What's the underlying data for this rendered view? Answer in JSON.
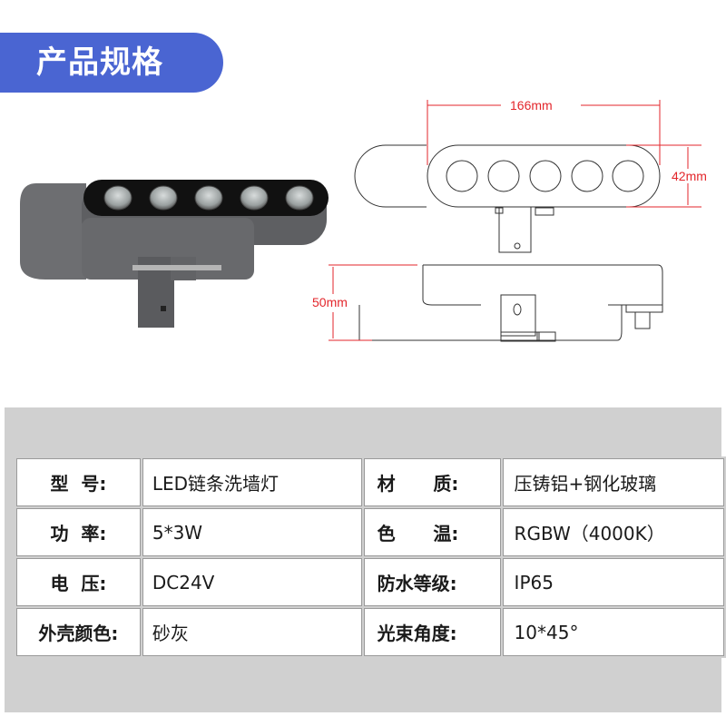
{
  "header": {
    "title": "产品规格"
  },
  "dimensions": {
    "length": "166mm",
    "width": "42mm",
    "height": "50mm"
  },
  "colors": {
    "accent": "#4a65d2",
    "dimension_red": "#e3262b",
    "panel_grey": "#d0d0d0",
    "product_grey": "#6b6c6f"
  },
  "specs": {
    "rows": [
      {
        "label": "型  号:",
        "value": "LED链条洗墙灯",
        "label2": "材      质:",
        "value2": "压铸铝+钢化玻璃"
      },
      {
        "label": "功  率:",
        "value": "5*3W",
        "label2": "色      温:",
        "value2": "RGBW（4000K）"
      },
      {
        "label": "电  压:",
        "value": "DC24V",
        "label2": "防水等级:",
        "value2": "IP65"
      },
      {
        "label": "外壳颜色:",
        "value": "砂灰",
        "label2": "光束角度:",
        "value2": "10*45°"
      }
    ]
  }
}
